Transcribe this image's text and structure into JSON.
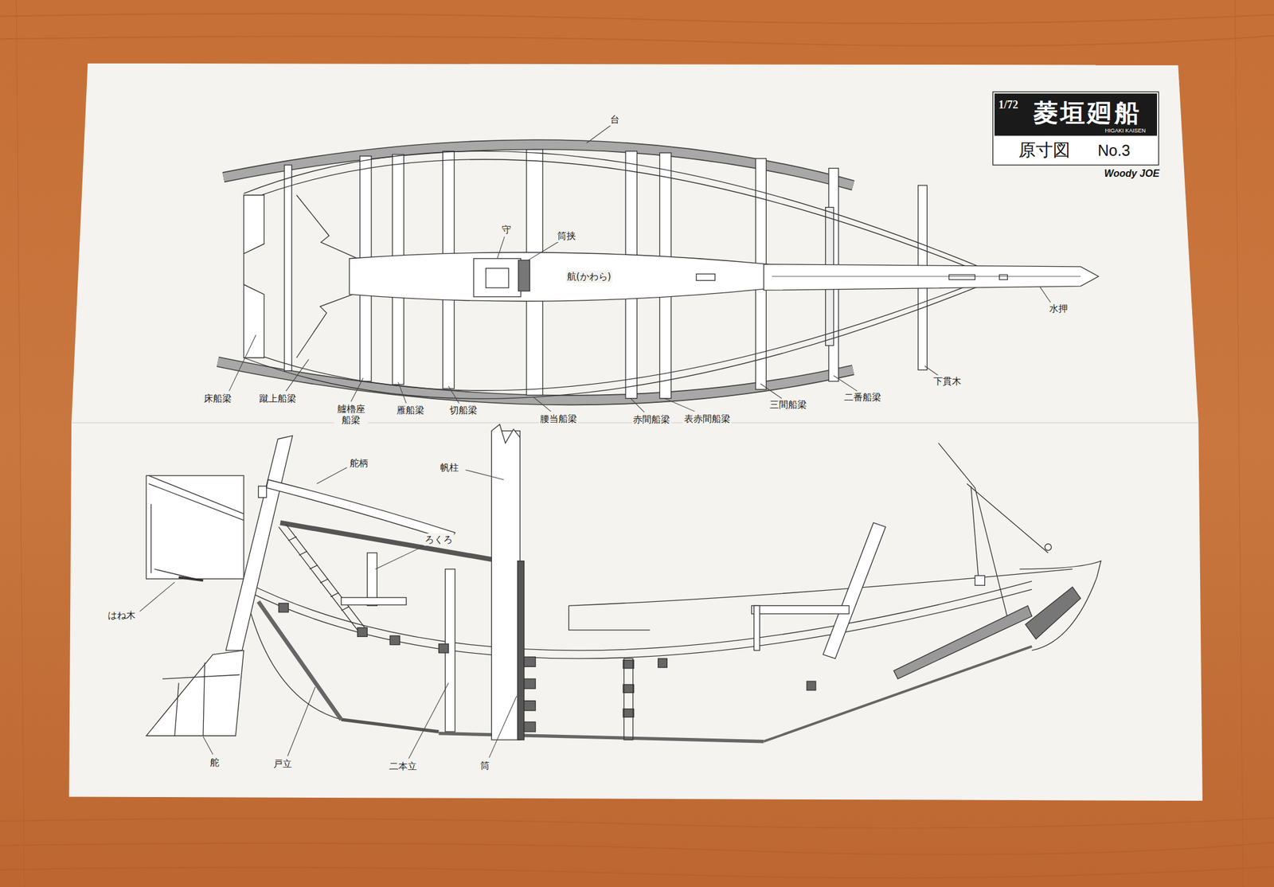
{
  "diagram": {
    "title": "菱垣廻船",
    "labels": [
      "1/72",
      "HIGAKI KAISEN",
      "原寸図",
      "No.3",
      "Woody JOE",
      "台",
      "守",
      "筒挟",
      "航(かわら)",
      "水押",
      "床船梁",
      "蹴上船梁",
      "艫櫓座 船梁",
      "雁船梁",
      "切船梁",
      "腰当船梁",
      "赤間船梁",
      "表赤間船梁",
      "三間船梁",
      "二番船梁",
      "下貫木",
      "舵柄",
      "帆柱",
      "ろくろ",
      "はね木",
      "舵",
      "戸立",
      "二本立",
      "筒"
    ]
  }
}
